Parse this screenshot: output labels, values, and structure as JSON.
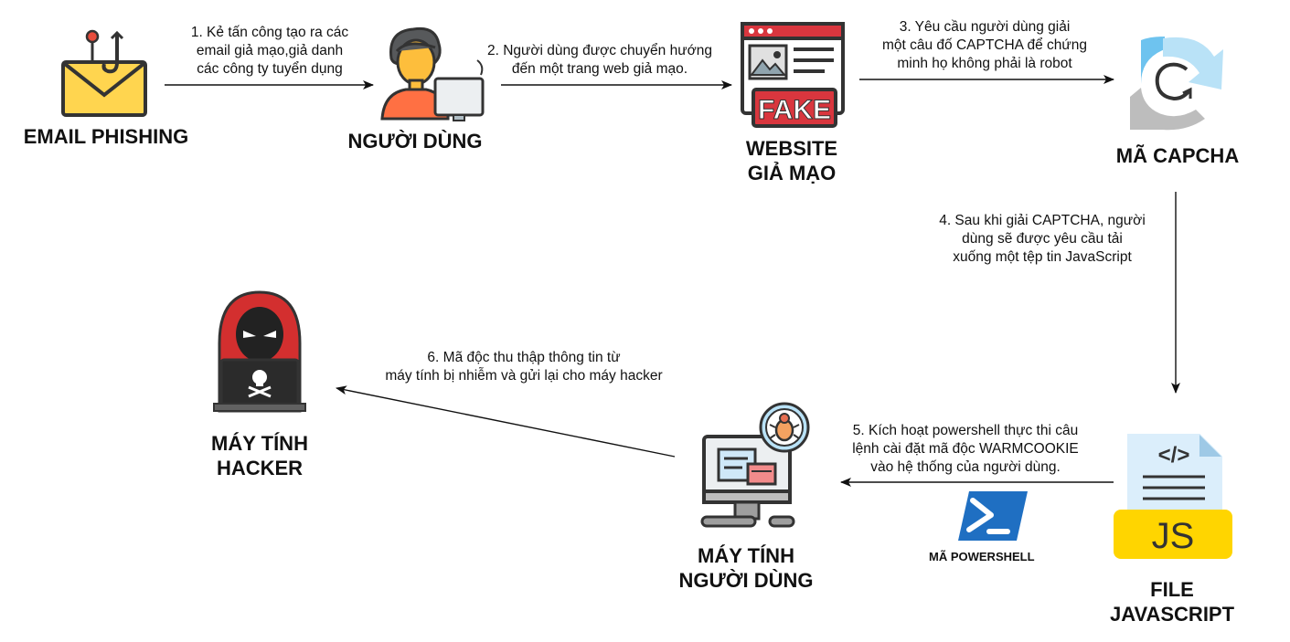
{
  "nodes": {
    "email": "EMAIL PHISHING",
    "user": "NGƯỜI DÙNG",
    "website_line1": "WEBSITE",
    "website_line2": "GIẢ MẠO",
    "captcha": "MÃ CAPCHA",
    "js_line1": "FILE",
    "js_line2": "JAVASCRIPT",
    "victim_line1": "MÁY TÍNH",
    "victim_line2": "NGƯỜI DÙNG",
    "hacker_line1": "MÁY TÍNH",
    "hacker_line2": "HACKER",
    "powershell": "MÃ POWERSHELL"
  },
  "steps": {
    "s1": [
      "1. Kẻ tấn công tạo ra các",
      "email giả mạo,giả danh",
      "các công ty tuyển dụng"
    ],
    "s2": [
      "2. Người dùng được chuyển hướng",
      "đến một trang web giả mạo."
    ],
    "s3": [
      "3. Yêu cầu người dùng giải",
      "một câu đố CAPTCHA để chứng",
      "minh họ không phải là robot"
    ],
    "s4": [
      "4. Sau khi giải CAPTCHA, người",
      "dùng sẽ được yêu cầu tải",
      "xuống một tệp tin JavaScript"
    ],
    "s5": [
      "5. Kích hoạt powershell thực thi câu",
      "lệnh cài đặt mã độc WARMCOOKIE",
      "vào hệ thống của người dùng."
    ],
    "s6": [
      "6. Mã độc thu thập thông tin từ",
      "máy tính bị nhiễm và gửi lại cho máy hacker"
    ]
  },
  "icon_text": {
    "fake": "FAKE",
    "js": "JS",
    "code": "</>"
  },
  "icons": [
    "phishing-email-icon",
    "user-at-computer-icon",
    "fake-website-icon",
    "captcha-icon",
    "javascript-file-icon",
    "powershell-icon",
    "infected-computer-icon",
    "hacker-icon"
  ],
  "colors": {
    "arrow": "#111111",
    "accent_red": "#d9363e",
    "js_yellow": "#ffd500",
    "captcha_blue": "#6ec3ef",
    "powershell_blue": "#1f6fc2",
    "envelope_yellow": "#ffd54f"
  }
}
